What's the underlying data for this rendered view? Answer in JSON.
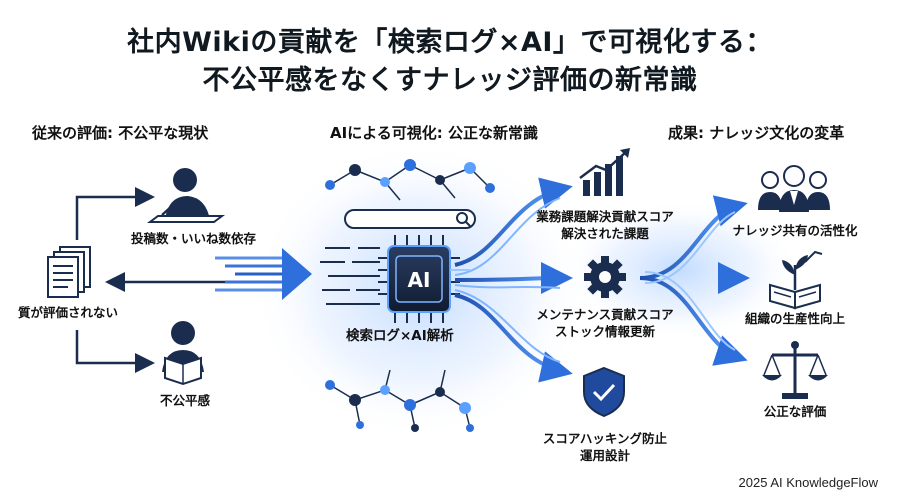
{
  "title": {
    "line1": "社内Wikiの貢献を「検索ログ×AI」で可視化する：",
    "line2": "不公平感をなくすナレッジ評価の新常識"
  },
  "sections": {
    "left": "従来の評価: 不公平な現状",
    "center": "AIによる可視化: 公正な新常識",
    "right": "成果: ナレッジ文化の変革"
  },
  "left": {
    "posts_label": "投稿数・いいね数依存",
    "unrated_label": "質が評価されない",
    "unfair_label": "不公平感"
  },
  "center": {
    "chip_label": "AI",
    "caption": "検索ログ×AI解析"
  },
  "outputs": {
    "business": "業務課題解決貢献スコア\n解決された課題",
    "maintenance": "メンテナンス貢献スコア\nストック情報更新",
    "anti_hacking": "スコアハッキング防止\n運用設計"
  },
  "results": {
    "sharing": "ナレッジ共有の活性化",
    "productivity": "組織の生産性向上",
    "fair": "公正な評価"
  },
  "footer": "2025 AI KnowledgeFlow",
  "colors": {
    "navy": "#1b2d4f",
    "blue": "#2f6fdc",
    "glow": "#7fb6ff"
  }
}
